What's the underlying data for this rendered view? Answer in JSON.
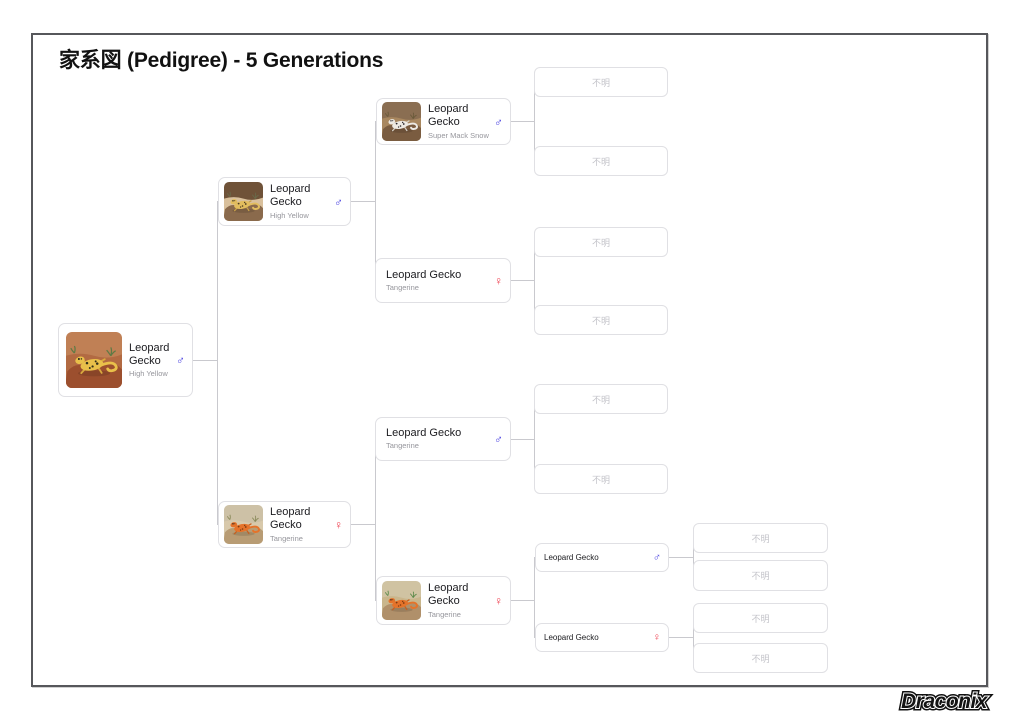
{
  "title": "家系図 (Pedigree) - 5 Generations",
  "watermark": "Draconix",
  "unknown_label": "不明",
  "colors": {
    "male_symbol": "#4b43e0",
    "female_symbol": "#ee3e4e",
    "card_border": "#e0e0e4",
    "connector_line": "#c9c9ce",
    "frame_border": "#56575b",
    "unknown_text": "#c3c3c9",
    "morph_text": "#96969c",
    "species_text": "#1b1b1f",
    "title_text": "#111111"
  },
  "nodes": {
    "root": {
      "species": "Leopard Gecko",
      "morph": "High Yellow",
      "sex": "male",
      "sex_symbol": "♂",
      "image": "yellow-gecko-on-red-rock",
      "sire": "sire",
      "dam": "dam"
    },
    "sire": {
      "species": "Leopard Gecko",
      "morph": "High Yellow",
      "sex": "male",
      "sex_symbol": "♂",
      "image": "tan-gecko-in-burrow",
      "sire": "sire_sire",
      "dam": "sire_dam"
    },
    "dam": {
      "species": "Leopard Gecko",
      "morph": "Tangerine",
      "sex": "female",
      "sex_symbol": "♀",
      "image": "orange-gecko-on-sand",
      "sire": "dam_sire",
      "dam": "dam_dam"
    },
    "sire_sire": {
      "species": "Leopard Gecko",
      "morph": "Super Mack Snow",
      "sex": "male",
      "sex_symbol": "♂",
      "image": "white-spotted-gecko-on-rock",
      "sire": "unknown",
      "dam": "unknown"
    },
    "sire_dam": {
      "species": "Leopard Gecko",
      "morph": "Tangerine",
      "sex": "female",
      "sex_symbol": "♀",
      "image": null,
      "sire": "unknown",
      "dam": "unknown"
    },
    "dam_sire": {
      "species": "Leopard Gecko",
      "morph": "Tangerine",
      "sex": "male",
      "sex_symbol": "♂",
      "image": null,
      "sire": "unknown",
      "dam": "unknown"
    },
    "dam_dam": {
      "species": "Leopard Gecko",
      "morph": "Tangerine",
      "sex": "female",
      "sex_symbol": "♀",
      "image": "orange-gecko-with-cactus",
      "sire": "dam_dam_sire",
      "dam": "dam_dam_dam"
    },
    "dam_dam_sire": {
      "species": "Leopard Gecko",
      "morph": "",
      "sex": "male",
      "sex_symbol": "♂",
      "image": null,
      "sire": "unknown",
      "dam": "unknown"
    },
    "dam_dam_dam": {
      "species": "Leopard Gecko",
      "morph": "",
      "sex": "female",
      "sex_symbol": "♀",
      "image": null,
      "sire": "unknown",
      "dam": "unknown"
    }
  },
  "unknown_count": 10
}
